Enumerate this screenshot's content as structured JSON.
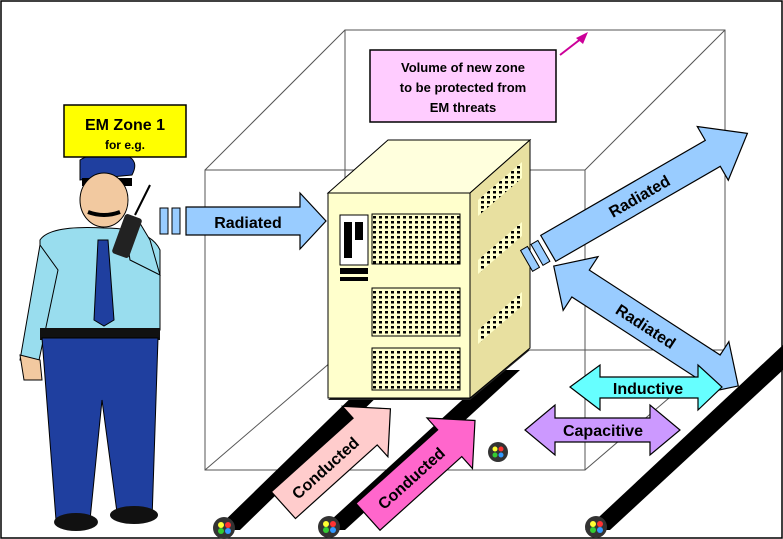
{
  "zone_label": {
    "title": "EM Zone 1",
    "subtitle": "for e.g.",
    "bg": "#ffff00"
  },
  "volume_note": {
    "line1": "Volume of new zone",
    "line2": "to be protected from",
    "line3": "EM threats",
    "bg": "#ffccff"
  },
  "couplings": {
    "radiated_in": "Radiated",
    "radiated_out": "Radiated",
    "radiated_diag": "Radiated",
    "inductive": "Inductive",
    "capacitive": "Capacitive",
    "conducted_1": "Conducted",
    "conducted_2": "Conducted"
  },
  "colors": {
    "radiated": "#99ccff",
    "inductive": "#66ffff",
    "capacitive": "#cc99ff",
    "conducted_1": "#ffcccc",
    "conducted_2": "#ff66cc",
    "cabinet": "#ffffcc",
    "cable": "#000000",
    "pointer_arrow": "#cc0099",
    "uniform": "#1f3f9f",
    "shirt": "#99ddee"
  },
  "icons": [
    "security-guard-icon",
    "equipment-cabinet-icon",
    "cable-icon"
  ]
}
